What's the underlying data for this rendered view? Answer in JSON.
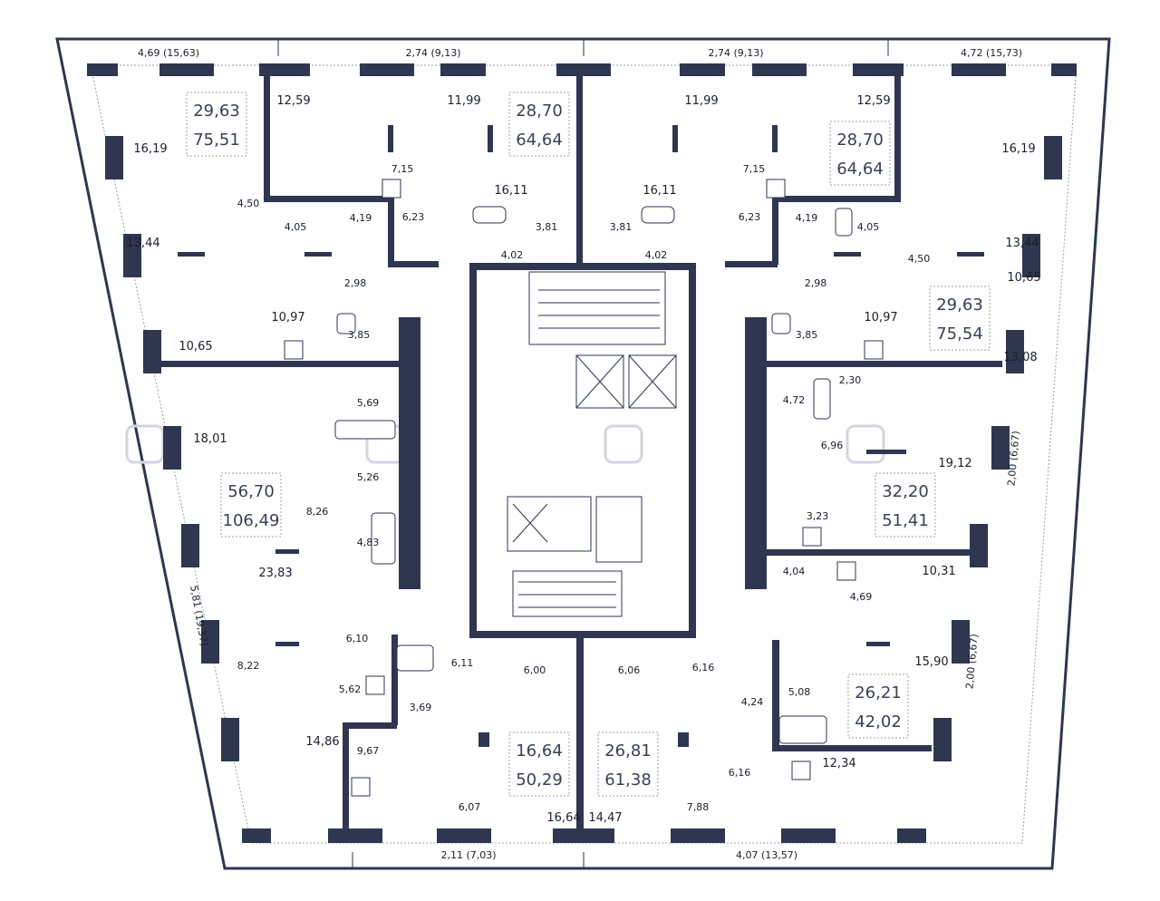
{
  "plan": {
    "top_dimensions": [
      "4,69 (15,63)",
      "2,74 (9,13)",
      "2,74 (9,13)",
      "4,72 (15,73)"
    ],
    "bottom_dimensions": [
      "2,11 (7,03)",
      "4,07 (13,57)"
    ],
    "left_dimension": "5,81 (19,37)",
    "right_dimensions": [
      "2,00 (6,67)",
      "2,00 (6,67)"
    ],
    "apartments": [
      {
        "living": "29,63",
        "total": "75,51"
      },
      {
        "living": "28,70",
        "total": "64,64"
      },
      {
        "living": "28,70",
        "total": "64,64"
      },
      {
        "living": "29,63",
        "total": "75,54"
      },
      {
        "living": "56,70",
        "total": "106,49"
      },
      {
        "living": "32,20",
        "total": "51,41"
      },
      {
        "living": "26,21",
        "total": "42,02"
      },
      {
        "living": "16,64",
        "total": "50,29"
      },
      {
        "living": "26,81",
        "total": "61,38"
      }
    ],
    "rooms": [
      "12,59",
      "11,99",
      "11,99",
      "12,59",
      "16,19",
      "7,15",
      "7,15",
      "16,19",
      "4,50",
      "16,11",
      "16,11",
      "13,44",
      "4,05",
      "4,19",
      "6,23",
      "3,81",
      "3,81",
      "6,23",
      "4,19",
      "4,05",
      "13,44",
      "4,02",
      "4,02",
      "4,50",
      "10,65",
      "2,98",
      "2,98",
      "10,97",
      "10,97",
      "10,65",
      "3,85",
      "3,85",
      "13,08",
      "5,69",
      "2,30",
      "4,72",
      "18,01",
      "6,96",
      "5,26",
      "19,12",
      "8,26",
      "3,23",
      "4,83",
      "23,83",
      "4,04",
      "10,31",
      "4,69",
      "6,10",
      "6,11",
      "6,00",
      "6,06",
      "6,16",
      "8,22",
      "5,62",
      "3,69",
      "4,24",
      "5,08",
      "15,90",
      "14,86",
      "9,67",
      "6,16",
      "12,34",
      "6,07",
      "16,64",
      "14,47",
      "7,88"
    ]
  }
}
